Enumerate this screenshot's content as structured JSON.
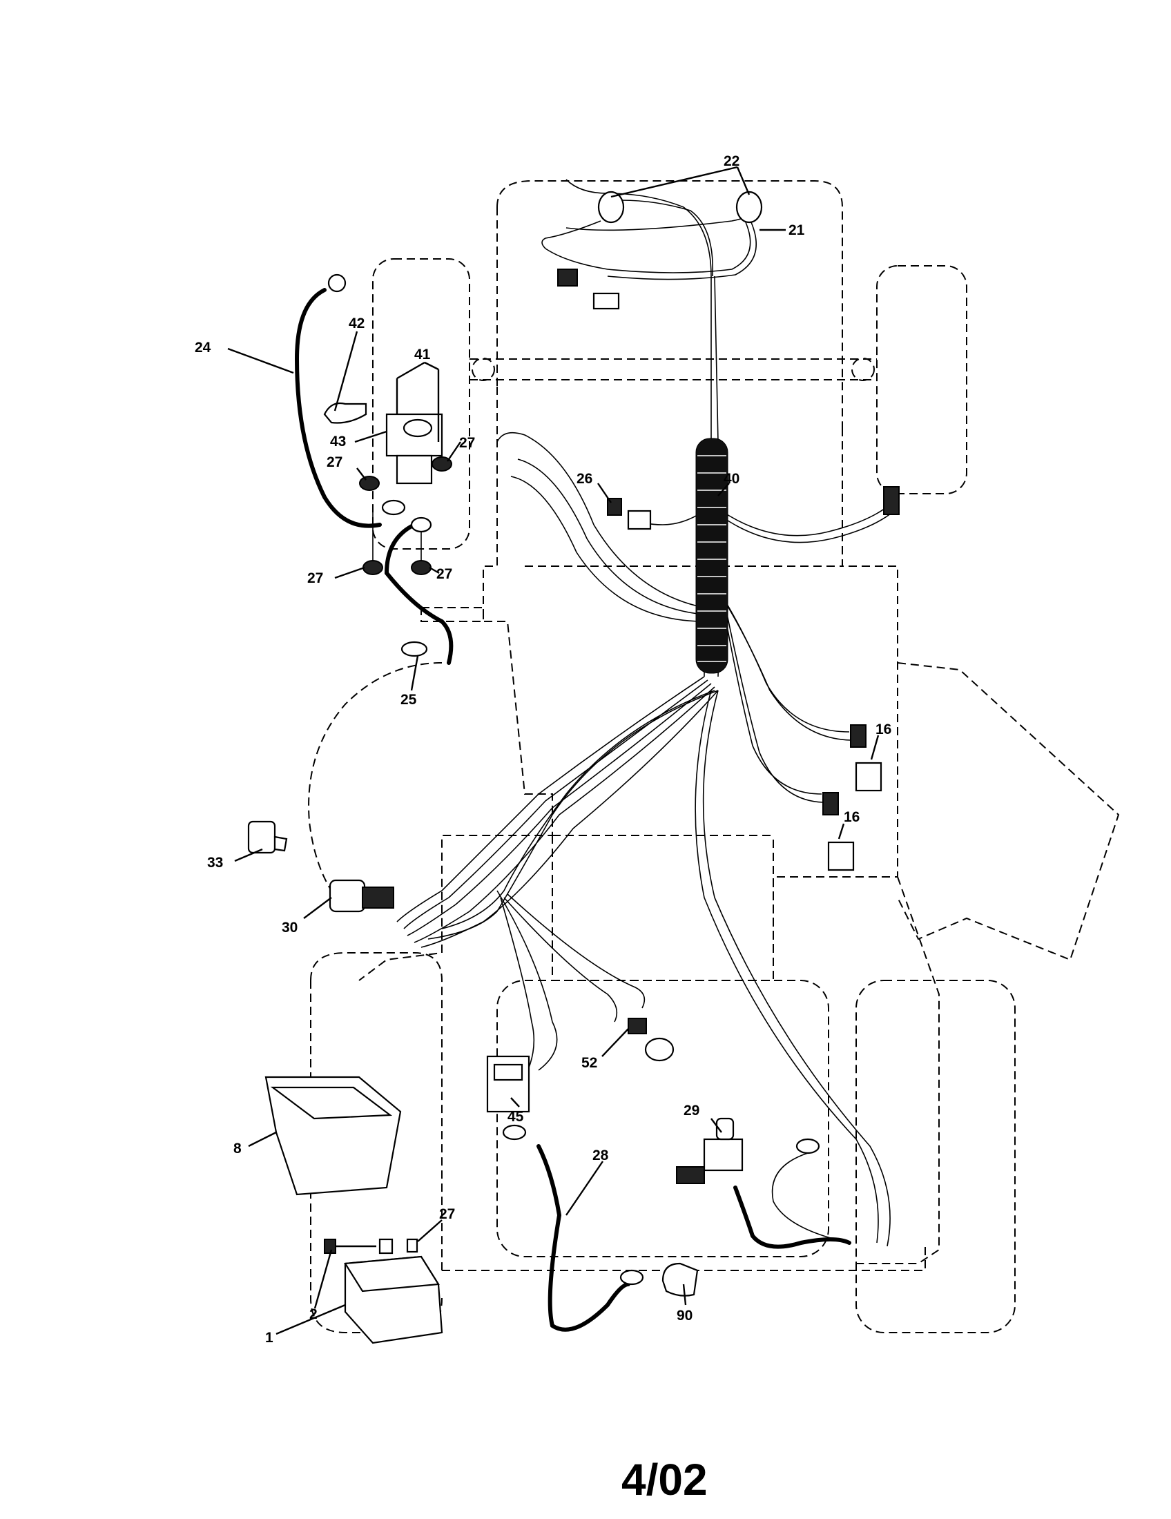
{
  "callouts": {
    "c1": "1",
    "c2": "2",
    "c8": "8",
    "c16a": "16",
    "c16b": "16",
    "c21": "21",
    "c22": "22",
    "c24": "24",
    "c25": "25",
    "c26": "26",
    "c27a": "27",
    "c27b": "27",
    "c27c": "27",
    "c27d": "27",
    "c27e": "27",
    "c28": "28",
    "c29": "29",
    "c30": "30",
    "c33": "33",
    "c40": "40",
    "c41": "41",
    "c42": "42",
    "c43": "43",
    "c45": "45",
    "c52": "52",
    "c90": "90"
  },
  "footer": {
    "date_code": "4/02"
  }
}
